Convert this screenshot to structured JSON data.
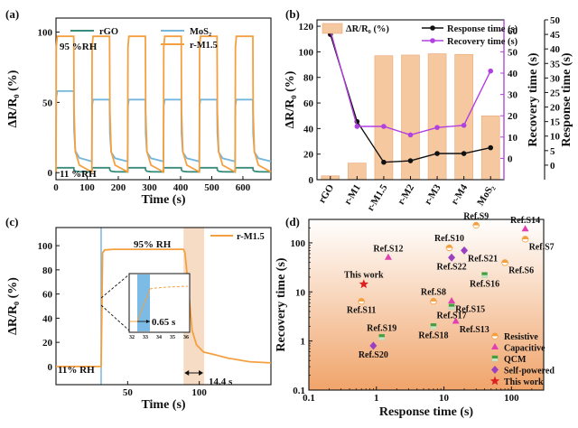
{
  "chart_data": [
    {
      "panel": "(a)",
      "type": "line",
      "xlabel": "Time (s)",
      "ylabel": "ΔR/R₀ (%)",
      "xlim": [
        0,
        690
      ],
      "ylim": [
        -5,
        110
      ],
      "xticks": [
        0,
        100,
        200,
        300,
        400,
        500,
        600
      ],
      "yticks": [
        0,
        50,
        100
      ],
      "annotations": [
        "95 %RH",
        "11 %RH"
      ],
      "cycles": {
        "starts": [
          0,
          115,
          230,
          345,
          460,
          575
        ],
        "high_duration": 57,
        "end": 690
      },
      "series": [
        {
          "name": "rGO",
          "color": "#3a8c7a",
          "low": 0.5,
          "high": 3.5
        },
        {
          "name": "MoS₂",
          "color": "#74b6dc",
          "low": 8,
          "high": 52,
          "first_high": 58
        },
        {
          "name": "r-M1.5",
          "color": "#f5a040",
          "low": 0.5,
          "high": 97
        }
      ]
    },
    {
      "panel": "(b)",
      "type": "bar+line",
      "categories": [
        "rGO",
        "r-M1",
        "r-M1.5",
        "r-M2",
        "r-M3",
        "r-M4",
        "MoS₂"
      ],
      "bar_series": {
        "name": "ΔR/R₀ (%)",
        "color": "#f5c8a0",
        "values": [
          3,
          13,
          97,
          97.5,
          98.5,
          98,
          50
        ]
      },
      "ylabel_left": "ΔR/R₀ (%)",
      "ylim_left": [
        0,
        125
      ],
      "yticks_left": [
        0,
        20,
        40,
        60,
        80,
        100,
        120
      ],
      "line_series": [
        {
          "name": "Response time (s)",
          "axis": "response",
          "color": "#111111",
          "values": [
            45,
            15,
            1,
            1.5,
            4,
            4,
            6
          ]
        },
        {
          "name": "Recovery time (s)",
          "axis": "recovery",
          "color": "#b040e0",
          "values": [
            60,
            15,
            15,
            11,
            14.5,
            15.5,
            41
          ]
        }
      ],
      "ylabel_recovery": "Recovery time (s)",
      "ylim_recovery": [
        -10,
        65
      ],
      "yticks_recovery": [
        0,
        10,
        20,
        30,
        40,
        50,
        60
      ],
      "ylabel_response": "Response time (s)",
      "ylim_response": [
        -5,
        50
      ],
      "yticks_response": [
        0,
        5,
        10,
        15,
        20,
        25,
        30,
        35,
        40,
        45,
        50
      ]
    },
    {
      "panel": "(c)",
      "type": "line",
      "xlabel": "Time (s)",
      "ylabel": "ΔR/R₀ (%)",
      "xlim": [
        0,
        150
      ],
      "ylim": [
        -15,
        115
      ],
      "xticks": [
        50,
        100
      ],
      "yticks": [
        0,
        20,
        40,
        60,
        80,
        100
      ],
      "series": [
        {
          "name": "r-M1.5",
          "color": "#f5a040",
          "points": [
            [
              0,
              0
            ],
            [
              31.5,
              0
            ],
            [
              32.5,
              94
            ],
            [
              34,
              96.5
            ],
            [
              40,
              97
            ],
            [
              89,
              97
            ],
            [
              90,
              94
            ],
            [
              92,
              70
            ],
            [
              95,
              30
            ],
            [
              98,
              18
            ],
            [
              103,
              12
            ],
            [
              110,
              10
            ],
            [
              120,
              7
            ],
            [
              135,
              4
            ],
            [
              150,
              3
            ]
          ]
        }
      ],
      "annotations": [
        "95% RH",
        "11% RH",
        "14.4 s",
        "0.65 s"
      ],
      "inset": {
        "xticks": [
          "32",
          "33",
          "34",
          "35",
          "36"
        ]
      }
    },
    {
      "panel": "(d)",
      "type": "scatter",
      "xlabel": "Response time (s)",
      "ylabel": "Recovery time (s)",
      "xscale": "log",
      "yscale": "log",
      "xlim": [
        0.1,
        300
      ],
      "ylim": [
        0.1,
        300
      ],
      "xticks": [
        "0.1",
        "1",
        "10",
        "100"
      ],
      "yticks": [
        "0.1",
        "1",
        "10",
        "100"
      ],
      "legend": [
        {
          "name": "Resistive",
          "marker": "semicircle",
          "color": "#f5a040"
        },
        {
          "name": "Capacitive",
          "marker": "triangle",
          "color": "#e040b0"
        },
        {
          "name": "QCM",
          "marker": "square",
          "color": "#40a040"
        },
        {
          "name": "Self-powered",
          "marker": "diamond",
          "color": "#9a40c0"
        },
        {
          "name": "This work",
          "marker": "star",
          "color": "#e02020"
        }
      ],
      "points": [
        {
          "label": "Ref.S9",
          "x": 30,
          "y": 230,
          "type": "Resistive",
          "pos": "above"
        },
        {
          "label": "Ref.S14",
          "x": 160,
          "y": 190,
          "type": "Capacitive",
          "pos": "above"
        },
        {
          "label": "Ref.S7",
          "x": 160,
          "y": 120,
          "type": "Resistive",
          "pos": "right"
        },
        {
          "label": "Ref.S10",
          "x": 12,
          "y": 80,
          "type": "Resistive",
          "pos": "above"
        },
        {
          "label": "Ref.S12",
          "x": 1.5,
          "y": 50,
          "type": "Capacitive",
          "pos": "above"
        },
        {
          "label": "Ref.S21",
          "x": 20,
          "y": 70,
          "type": "Self-powered",
          "pos": "right"
        },
        {
          "label": "Ref.S22",
          "x": 13,
          "y": 50,
          "type": "Self-powered",
          "pos": "below"
        },
        {
          "label": "Ref.S6",
          "x": 80,
          "y": 40,
          "type": "Resistive",
          "pos": "right"
        },
        {
          "label": "Ref.S16",
          "x": 40,
          "y": 22,
          "type": "QCM",
          "pos": "below"
        },
        {
          "label": "This work",
          "x": 0.65,
          "y": 14.4,
          "type": "This work",
          "pos": "above"
        },
        {
          "label": "Ref.S8",
          "x": 7,
          "y": 6.5,
          "type": "Resistive",
          "pos": "above"
        },
        {
          "label": "Ref.S15",
          "x": 13,
          "y": 6.5,
          "type": "Capacitive",
          "pos": "right"
        },
        {
          "label": "Ref.S11",
          "x": 0.6,
          "y": 6.5,
          "type": "Resistive",
          "pos": "below"
        },
        {
          "label": "Ref.S17",
          "x": 13,
          "y": 5,
          "type": "QCM",
          "pos": "below"
        },
        {
          "label": "Ref.S13",
          "x": 15,
          "y": 2.5,
          "type": "Capacitive",
          "pos": "right"
        },
        {
          "label": "Ref.S18",
          "x": 7,
          "y": 2,
          "type": "QCM",
          "pos": "below"
        },
        {
          "label": "Ref.S19",
          "x": 1.2,
          "y": 1.2,
          "type": "QCM",
          "pos": "above"
        },
        {
          "label": "Ref.S20",
          "x": 0.9,
          "y": 0.8,
          "type": "Self-powered",
          "pos": "below"
        }
      ]
    }
  ]
}
